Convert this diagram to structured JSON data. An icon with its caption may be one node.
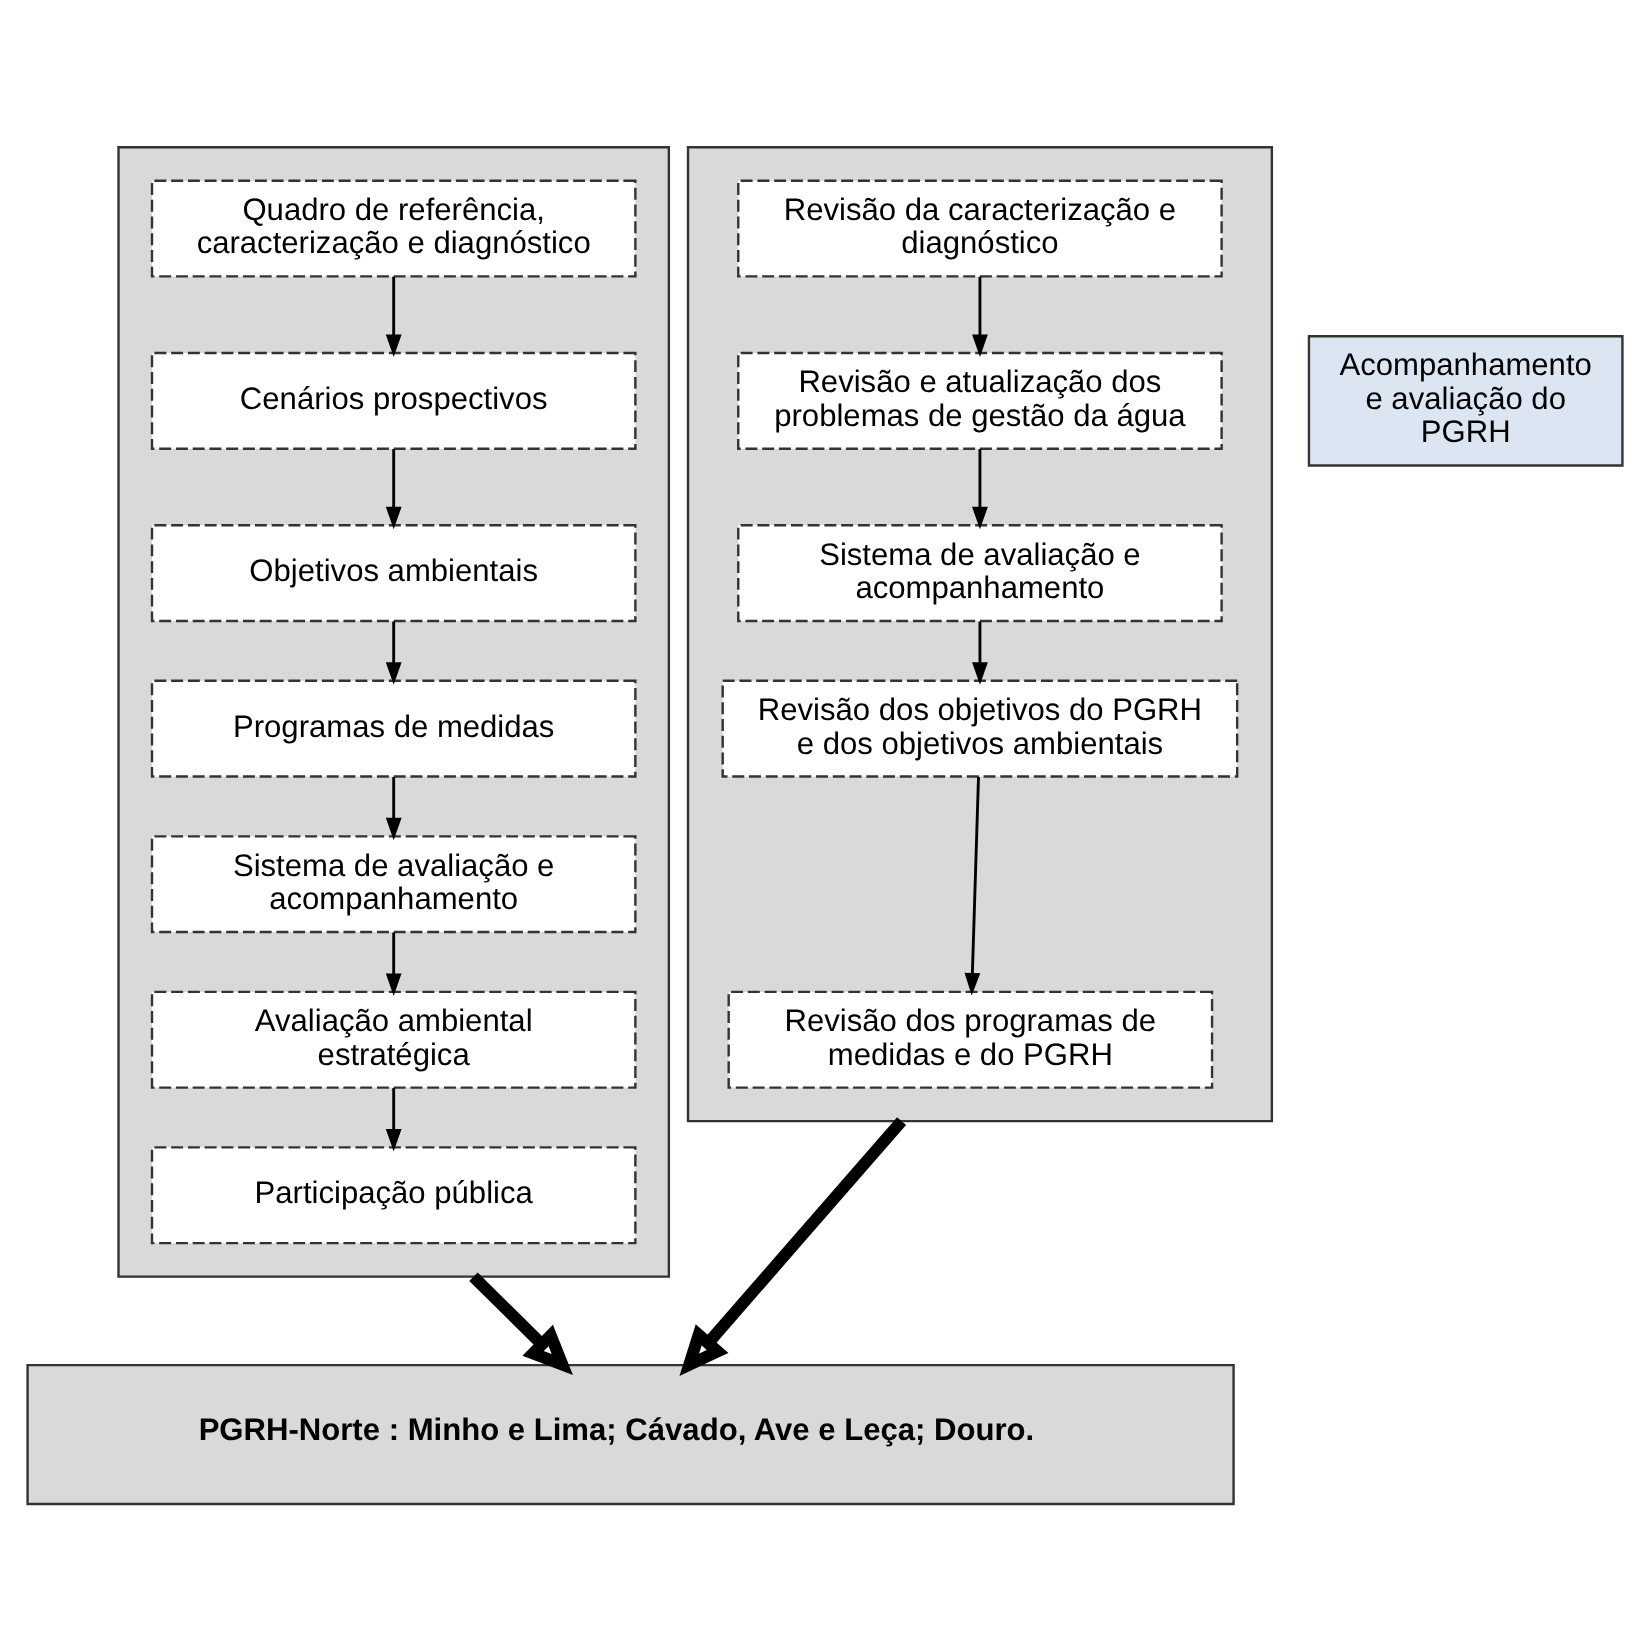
{
  "diagram": {
    "nodes": [
      {
        "text": [],
        "shape": "box"
      },
      {
        "text": [
          "Quadro de referência, caracterização e diagnóstico"
        ],
        "in": 0
      },
      {
        "text": [
          "Cenários prospectivos"
        ],
        "in": 0
      },
      {
        "text": [
          "Objetivos ambientais"
        ],
        "in": 0
      },
      {
        "text": [
          "Programas de medidas"
        ],
        "in": 0
      },
      {
        "text": [
          "Sistema de avaliação e acompanhamento"
        ],
        "in": 0
      },
      {
        "text": [
          "Avaliação ambiental estratégica"
        ],
        "in": 0
      },
      {
        "text": [
          "Participação pública"
        ],
        "in": 0
      },
      {
        "text": [
          "Acompanhamento e avaliação do PGRH"
        ]
      },
      {
        "text": [],
        "shape": "box"
      },
      {
        "text": [
          "Revisão da caracterização e diagnóstico"
        ],
        "in": 9
      },
      {
        "text": [
          "Revisão e atualização dos problemas de gestão da água"
        ],
        "in": 9
      },
      {
        "text": [
          "Sistema de avaliação e acompanhamento"
        ],
        "in": 9
      },
      {
        "text": [
          "Revisão dos objetivos do PGRH e dos objetivos ambientais"
        ],
        "in": 9
      },
      {
        "text": [
          "Revisão dos programas de medidas e do PGRH"
        ],
        "in": 9
      },
      {
        "text": [
          "PGRH-Norte : Minho e Lima; Cávado, Ave e Leça; Douro."
        ]
      }
    ],
    "edges": [
      {
        "from": 1,
        "to": 2,
        "arrow": "to"
      },
      {
        "from": 2,
        "to": 3,
        "arrow": "to"
      },
      {
        "from": 3,
        "to": 4,
        "arrow": "to"
      },
      {
        "from": 4,
        "to": 5,
        "arrow": "to"
      },
      {
        "from": 5,
        "to": 6,
        "arrow": "to"
      },
      {
        "from": 6,
        "to": 7,
        "arrow": "to"
      },
      {
        "from": 10,
        "to": 11,
        "arrow": "to"
      },
      {
        "from": 11,
        "to": 12,
        "arrow": "to"
      },
      {
        "from": 12,
        "to": 13,
        "arrow": "to"
      },
      {
        "from": 13,
        "to": 14,
        "arrow": "to"
      },
      {
        "from": 0,
        "to": 15,
        "arrow": "to",
        "style": "thick"
      },
      {
        "from": 9,
        "to": 15,
        "arrow": "to",
        "style": "thick"
      }
    ]
  }
}
